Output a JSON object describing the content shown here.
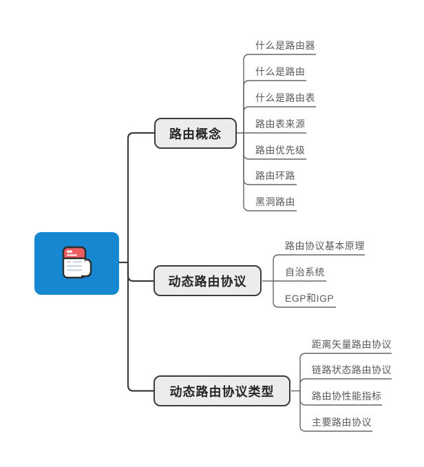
{
  "root": {
    "icon": "newspaper-icon"
  },
  "branches": [
    {
      "label": "路由概念",
      "children": [
        "什么是路由器",
        "什么是路由",
        "什么是路由表",
        "路由表来源",
        "路由优先级",
        "路由环路",
        "黑洞路由"
      ]
    },
    {
      "label": "动态路由协议",
      "children": [
        "路由协议基本原理",
        "自治系统",
        "EGP和IGP"
      ]
    },
    {
      "label": "动态路由协议类型",
      "children": [
        "距离矢量路由协议",
        "链路状态路由协议",
        "路由协性能指标",
        "主要路由协议"
      ]
    }
  ],
  "colors": {
    "root_blue": "#1787d2",
    "icon_header_red": "#ed5e62",
    "branch_fill": "#ececec",
    "line_dark": "#3a3a3a",
    "line_gray": "#636363",
    "child_text": "#595959"
  }
}
